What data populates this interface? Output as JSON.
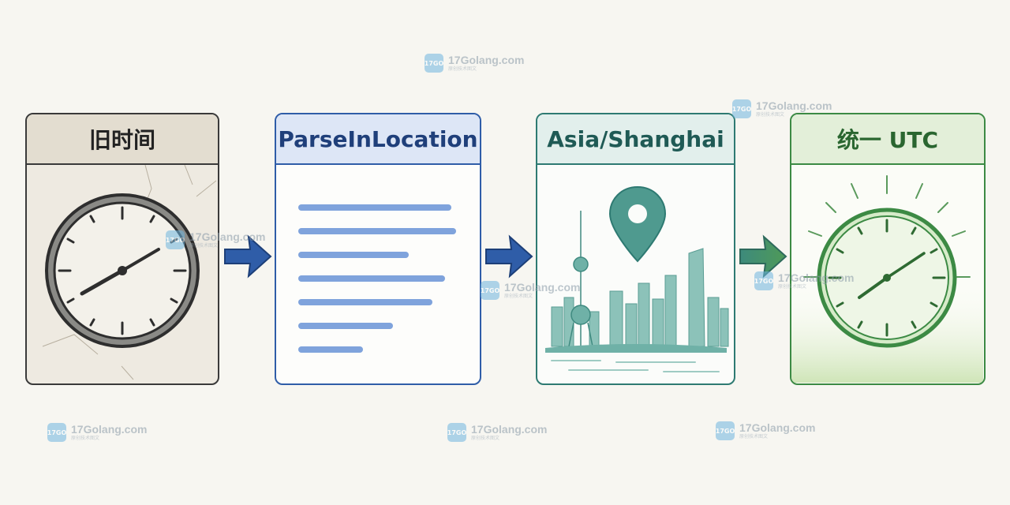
{
  "steps": [
    {
      "title": "旧时间"
    },
    {
      "title": "ParseInLocation"
    },
    {
      "title": "Asia/Shanghai"
    },
    {
      "title": "统一 UTC"
    }
  ],
  "colors": {
    "old": "#3a3a3a",
    "parse": "#2f5da8",
    "asia": "#2e7a72",
    "utc": "#3c8a44",
    "arrow": "#2f5da8"
  },
  "icons": [
    "analog-clock-icon",
    "text-lines-icon",
    "map-pin-icon",
    "city-skyline-icon",
    "analog-clock-icon",
    "arrow-right-icon"
  ],
  "watermark": {
    "text": "17Golang.com",
    "sub": "原创技术图文",
    "logo": "17GO"
  }
}
